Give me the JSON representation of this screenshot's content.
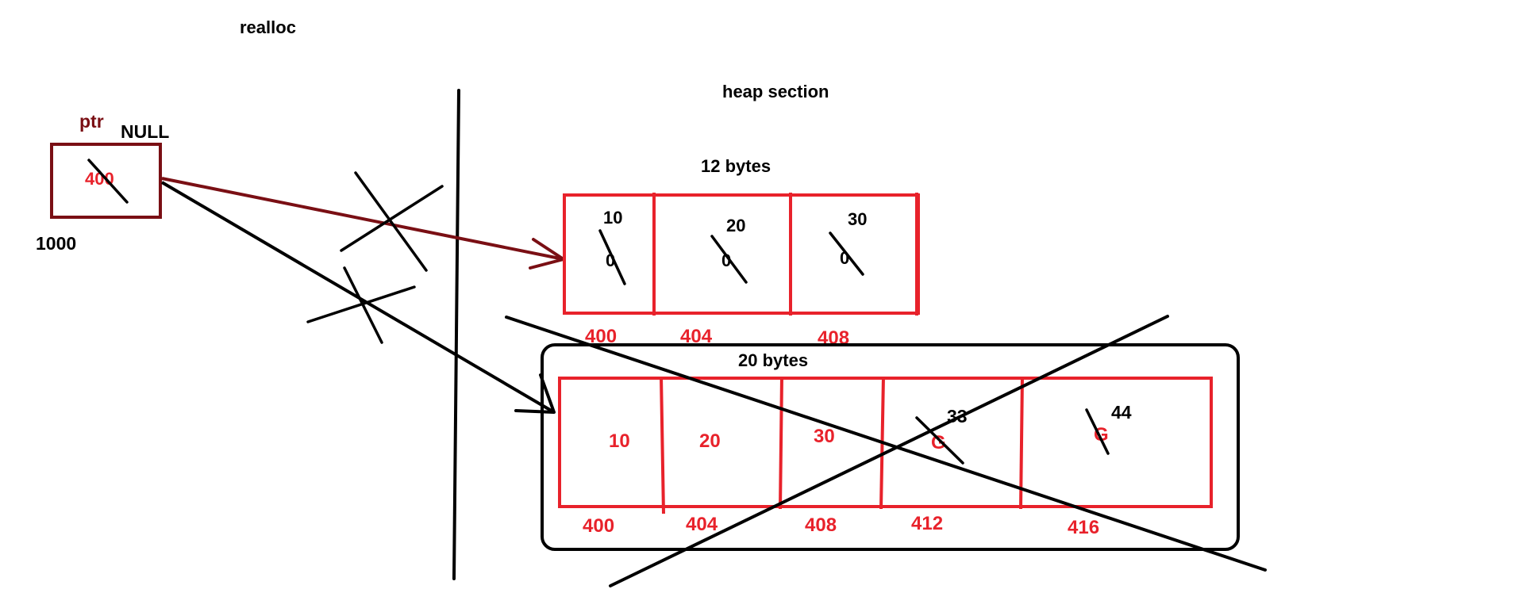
{
  "title": "realloc",
  "heap_label": "heap section",
  "ptr": {
    "name": "ptr",
    "null_label": "NULL",
    "value": "400",
    "address": "1000"
  },
  "block12": {
    "label": "12 bytes",
    "cells": [
      {
        "old": "0",
        "new": "10",
        "address": "400"
      },
      {
        "old": "0",
        "new": "20",
        "address": "404"
      },
      {
        "old": "0",
        "new": "30",
        "address": "408"
      }
    ]
  },
  "block20": {
    "label": "20 bytes",
    "cells": [
      {
        "value": "10",
        "address": "400"
      },
      {
        "value": "20",
        "address": "404"
      },
      {
        "value": "30",
        "address": "408"
      },
      {
        "value": "G",
        "new": "33",
        "address": "412"
      },
      {
        "value": "G",
        "new": "44",
        "address": "416"
      }
    ]
  },
  "colors": {
    "red": "#e8222b",
    "maroon": "#7a0f14",
    "black": "#000000"
  }
}
